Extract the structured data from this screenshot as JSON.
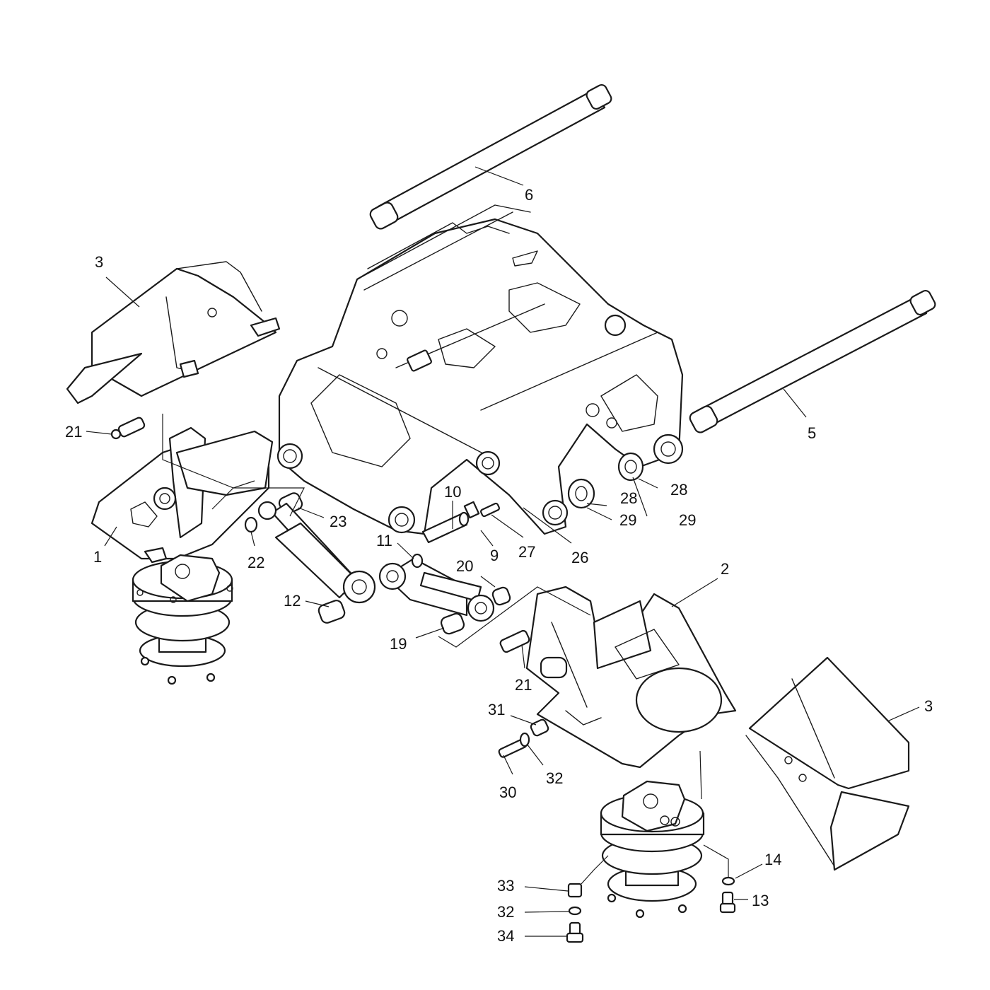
{
  "diagram": {
    "callouts": [
      {
        "id": "c6",
        "text": "6"
      },
      {
        "id": "c3a",
        "text": "3"
      },
      {
        "id": "c5",
        "text": "5"
      },
      {
        "id": "c21a",
        "text": "21"
      },
      {
        "id": "c28a",
        "text": "28"
      },
      {
        "id": "c28b",
        "text": "28"
      },
      {
        "id": "c10",
        "text": "10"
      },
      {
        "id": "c23",
        "text": "23"
      },
      {
        "id": "c29a",
        "text": "29"
      },
      {
        "id": "c29b",
        "text": "29"
      },
      {
        "id": "c1",
        "text": "1"
      },
      {
        "id": "c22",
        "text": "22"
      },
      {
        "id": "c11",
        "text": "11"
      },
      {
        "id": "c9",
        "text": "9"
      },
      {
        "id": "c27",
        "text": "27"
      },
      {
        "id": "c26",
        "text": "26"
      },
      {
        "id": "c20",
        "text": "20"
      },
      {
        "id": "c2",
        "text": "2"
      },
      {
        "id": "c12",
        "text": "12"
      },
      {
        "id": "c19",
        "text": "19"
      },
      {
        "id": "c21b",
        "text": "21"
      },
      {
        "id": "c3b",
        "text": "3"
      },
      {
        "id": "c31",
        "text": "31"
      },
      {
        "id": "c30",
        "text": "30"
      },
      {
        "id": "c32a",
        "text": "32"
      },
      {
        "id": "c14",
        "text": "14"
      },
      {
        "id": "c13",
        "text": "13"
      },
      {
        "id": "c33",
        "text": "33"
      },
      {
        "id": "c32b",
        "text": "32"
      },
      {
        "id": "c34",
        "text": "34"
      }
    ]
  }
}
